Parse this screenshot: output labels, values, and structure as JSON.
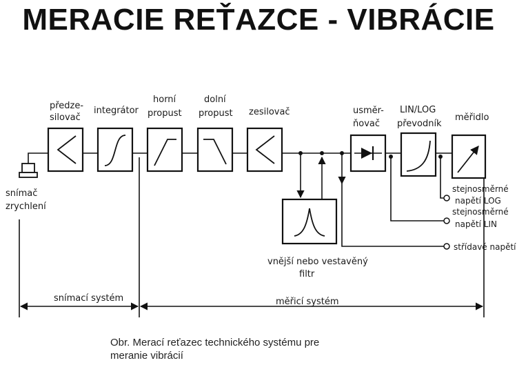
{
  "title": "MERACIE REŤAZCE - VIBRÁCIE",
  "blocks": {
    "sensor": [
      "snímač",
      "zrychlení"
    ],
    "preamp": [
      "předze-",
      "silovač"
    ],
    "integrator": "integrátor",
    "highpass": [
      "horní",
      "propust"
    ],
    "lowpass": [
      "dolní",
      "propust"
    ],
    "amplifier": "zesilovač",
    "rectifier": [
      "usměr-",
      "ňovač"
    ],
    "converter": [
      "LIN/LOG",
      "převodník"
    ],
    "meter": "měřidlo",
    "filter": [
      "vnější nebo vestavěný",
      "filtr"
    ]
  },
  "outputs": {
    "dc_log": [
      "stejnosměrné",
      "napětí LOG"
    ],
    "dc_lin": [
      "stejnosměrné",
      "napětí LIN"
    ],
    "ac": "střídavé napětí"
  },
  "systems": {
    "sensing": "snímací systém",
    "measuring": "měřicí systém"
  },
  "caption": {
    "line1": "Obr. Merací reťazec technického systému pre",
    "line2": "meranie vibrácií"
  }
}
